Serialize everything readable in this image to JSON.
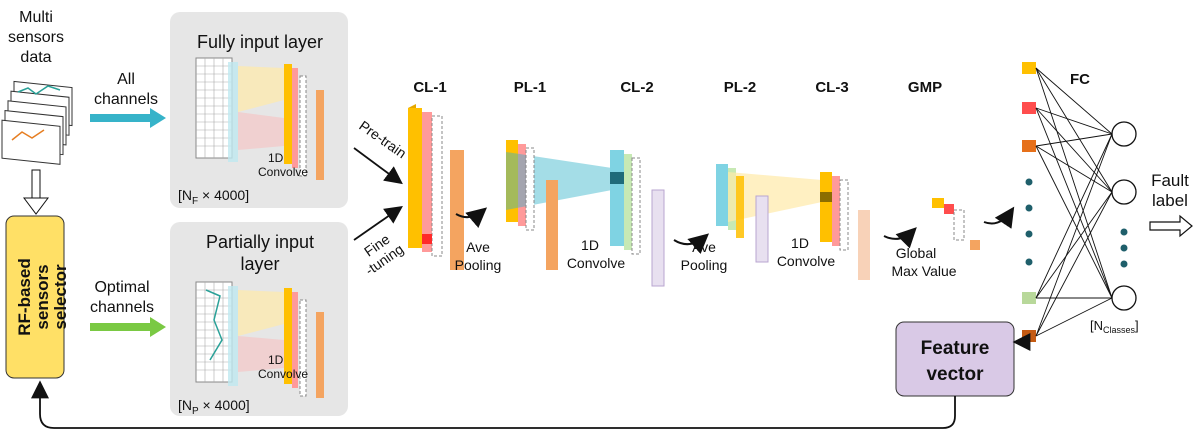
{
  "sensors": {
    "line1": "Multi",
    "line2": "sensors",
    "line3": "data"
  },
  "all_channels": {
    "line1": "All",
    "line2": "channels"
  },
  "optimal_channels": {
    "line1": "Optimal",
    "line2": "channels"
  },
  "selector": {
    "line1": "RF-based",
    "line2": "sensors",
    "line3": "selector"
  },
  "fully_input": {
    "title": "Fully input layer",
    "size": "[N",
    "size_sub": "F",
    "size_rest": " × 4000]",
    "conv1": "1D",
    "conv2": "Convolve"
  },
  "partially_input": {
    "title1": "Partially input",
    "title2": "layer",
    "size": "[N",
    "size_sub": "P",
    "size_rest": " × 4000]",
    "conv1": "1D",
    "conv2": "Convolve"
  },
  "pretrain": "Pre-train",
  "finetune": {
    "line1": "Fine",
    "line2": "-tuning"
  },
  "layers": {
    "cl1": "CL-1",
    "pl1": "PL-1",
    "cl2": "CL-2",
    "pl2": "PL-2",
    "cl3": "CL-3",
    "gmp": "GMP",
    "fc": "FC"
  },
  "ops": {
    "ave_pool_1": {
      "line1": "Ave",
      "line2": "Pooling"
    },
    "conv_1": {
      "line1": "1D",
      "line2": "Convolve"
    },
    "ave_pool_2": {
      "line1": "Ave",
      "line2": "Pooling"
    },
    "conv_2": {
      "line1": "1D",
      "line2": "Convolve"
    },
    "global_max": {
      "line1": "Global",
      "line2": "Max Value"
    }
  },
  "feature_vector": {
    "line1": "Feature",
    "line2": "vector"
  },
  "n_classes": {
    "base": "[N",
    "sub": "Classes",
    "end": "]"
  },
  "fault_label": {
    "line1": "Fault",
    "line2": "label"
  },
  "colors": {
    "yellow_box": "#ffe066",
    "purple_box": "#d9c9e6",
    "panel_gray": "#e6e6e6",
    "teal_arrow": "#36b3c9",
    "green_arrow": "#7ac943",
    "yellow": "#ffc000",
    "orange": "#f4a460",
    "red": "#ff4d4d",
    "cyan": "#7fd3e3"
  }
}
